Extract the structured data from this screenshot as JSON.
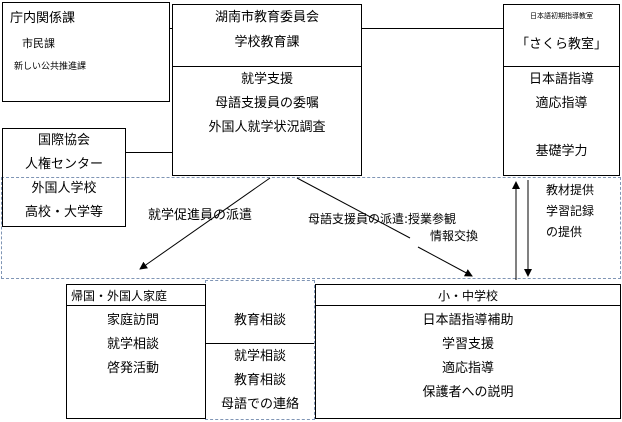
{
  "gov_box": {
    "title": "庁内関係課",
    "item1": "市民課",
    "item2": "新しい公共推進課"
  },
  "board_box": {
    "title": "湖南市教育委員会",
    "dept": "学校教育課",
    "tasks": [
      "就学支援",
      "母語支援員の委嘱",
      "外国人就学状況調査"
    ]
  },
  "classroom_box": {
    "note": "日本語初期指導教室",
    "title": "「さくら教室」",
    "items": [
      "日本語指導",
      "適応指導",
      "基礎学力"
    ]
  },
  "partners_box": {
    "items": [
      "国際協会",
      "人権センター",
      "外国人学校",
      "高校・大学等"
    ]
  },
  "labels": {
    "promoter_dispatch": "就学促進員の派遣",
    "support_dispatch_line1": "母語支援員の派遣:授業参観",
    "support_dispatch_line2": "情報交換",
    "materials": [
      "教材提供",
      "学習記録",
      "の提供"
    ]
  },
  "family_box": {
    "title": "帰国・外国人家庭",
    "items": [
      "家庭訪問",
      "就学相談",
      "啓発活動"
    ]
  },
  "middle_box": {
    "top": "教育相談",
    "items": [
      "就学相談",
      "教育相談",
      "母語での連絡"
    ]
  },
  "school_box": {
    "title": "小・中学校",
    "items": [
      "日本語指導補助",
      "学習支援",
      "適応指導",
      "保護者への説明"
    ]
  }
}
